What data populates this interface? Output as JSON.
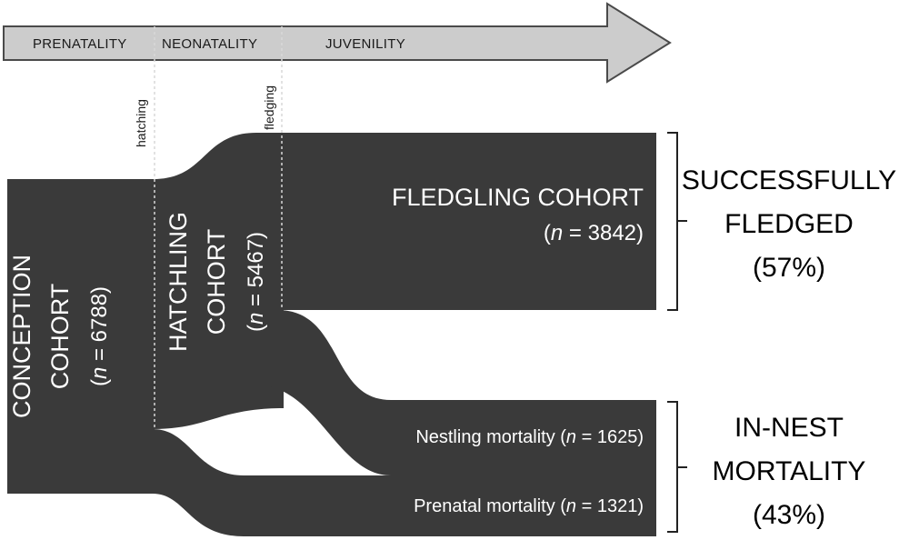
{
  "timeline": {
    "phases": [
      "PRENATALITY",
      "NEONATALITY",
      "JUVENILITY"
    ],
    "markers": [
      "hatching",
      "fledging"
    ]
  },
  "cohorts": {
    "conception": {
      "title_1": "CONCEPTION",
      "title_2": "COHORT",
      "n_prefix": "(",
      "n_italic": "n",
      "n_suffix": " = 6788)"
    },
    "hatchling": {
      "title_1": "HATCHLING",
      "title_2": "COHORT",
      "n_prefix": "(",
      "n_italic": "n",
      "n_suffix": " = 5467)"
    },
    "fledgling": {
      "title": "FLEDGLING COHORT",
      "n_prefix": "(",
      "n_italic": "n",
      "n_suffix": " = 3842)"
    }
  },
  "mortality": {
    "nestling": {
      "label": "Nestling mortality (",
      "n_italic": "n",
      "n_suffix": " = 1625)"
    },
    "prenatal": {
      "label": "Prenatal mortality (",
      "n_italic": "n",
      "n_suffix": " = 1321)"
    }
  },
  "outcomes": {
    "fledged": [
      "SUCCESSFULLY",
      "FLEDGED",
      "(57%)"
    ],
    "mortality": [
      "IN-NEST",
      "MORTALITY",
      "(43%)"
    ]
  },
  "colors": {
    "flow": "#3a3a3a",
    "arrow_fill": "#cccccc",
    "arrow_stroke": "#4a4a4a"
  }
}
